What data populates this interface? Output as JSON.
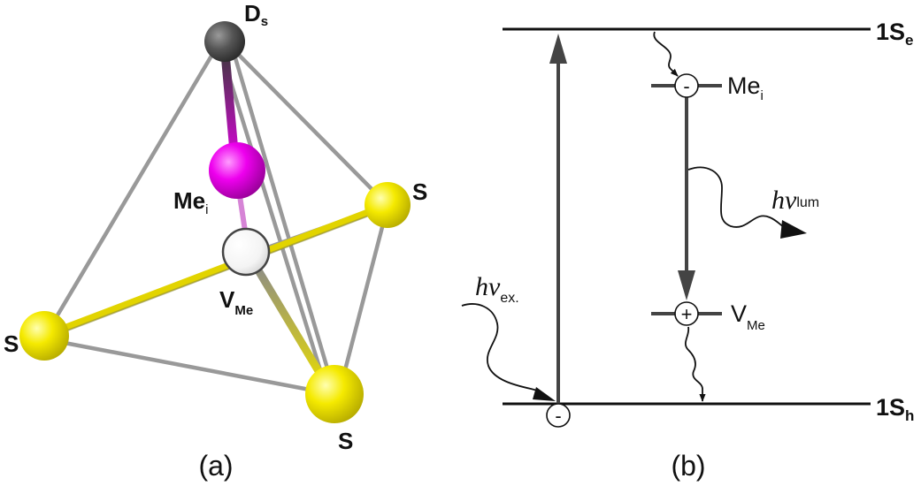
{
  "panel_a": {
    "caption": "(a)",
    "atoms": {
      "apex": {
        "label": "D",
        "sub": "s"
      },
      "interstitial": {
        "label": "Me",
        "sub": "i"
      },
      "vacancy": {
        "label": "V",
        "sub": "Me"
      },
      "sulfur_right": {
        "label": "S"
      },
      "sulfur_left": {
        "label": "S"
      },
      "sulfur_bottom": {
        "label": "S"
      }
    }
  },
  "panel_b": {
    "caption": "(b)",
    "levels": {
      "upper": {
        "label": "1S",
        "sub": "e"
      },
      "lower": {
        "label": "1S",
        "sub": "h"
      },
      "interstitial_level": {
        "label": "Me",
        "sub": "i"
      },
      "vacancy_level": {
        "label": "V",
        "sub": "Me"
      }
    },
    "photons": {
      "excitation": {
        "label": "hν",
        "sub": "ex."
      },
      "luminescence": {
        "label": "hν",
        "sub": "lum"
      }
    },
    "charges": {
      "electron_on_level": "-",
      "hole_on_level": "+",
      "electron_bottom": "-"
    }
  },
  "colors": {
    "sulfur": "#f0e600",
    "interstitial": "#ee00ee",
    "apex": "#4a4a4a",
    "vacancy": "#ffffff",
    "bond": "#999999",
    "line": "#222222"
  }
}
